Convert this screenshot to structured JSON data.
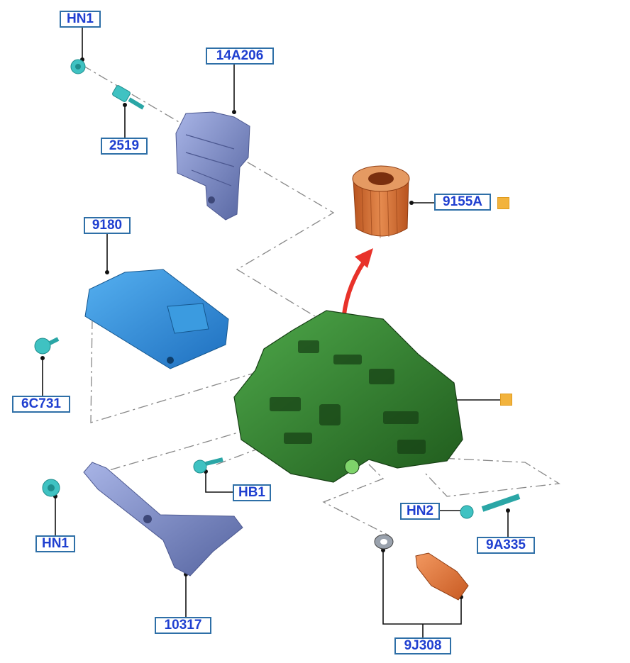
{
  "diagram": {
    "callouts": {
      "hn1_top": "HN1",
      "p14a206": "14A206",
      "p2519": "2519",
      "p9155a": "9155A",
      "p9180": "9180",
      "p6c731": "6C731",
      "hb1": "HB1",
      "hn1_bottom": "HN1",
      "hn2": "HN2",
      "p9a335": "9A335",
      "p10317": "10317",
      "p9j308": "9J308"
    },
    "colors": {
      "callout_border": "#2e6fa7",
      "callout_text": "#1f3fd0",
      "marker": "#f2b33d",
      "valve_body": "#2f7a2c",
      "filter": "#d9743a",
      "cover": "#2f8fd6",
      "bracket": "#6f7fb8",
      "fastener": "#3fc2c2",
      "sensor": "#e07436",
      "arrow": "#e8322a"
    }
  }
}
